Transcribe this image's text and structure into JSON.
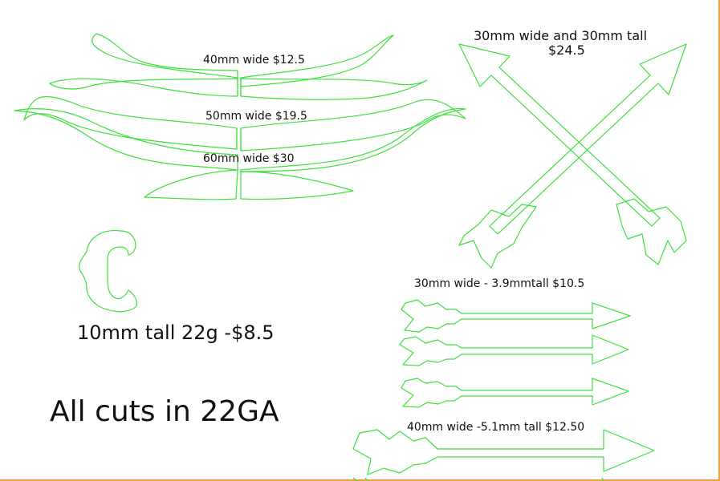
{
  "colors": {
    "cut_line": "#3ce03c",
    "text": "#111111",
    "border": "#f2a23a",
    "background": "#ffffff"
  },
  "horns": {
    "small_label": "40mm wide $12.5",
    "medium_label": "50mm wide $19.5",
    "large_label": "60mm wide $30"
  },
  "crossed_arrows": {
    "label_line1": "30mm wide and 30mm tall",
    "label_line2": "$24.5"
  },
  "initial": {
    "letter_shape": "ornate-letter-C",
    "label": "10mm tall 22g -$8.5"
  },
  "small_arrows": {
    "label": "30mm wide - 3.9mmtall  $10.5",
    "count": 3
  },
  "large_arrow": {
    "label": "40mm wide -5.1mm tall  $12.50"
  },
  "footer": {
    "note": "All cuts in 22GA"
  }
}
